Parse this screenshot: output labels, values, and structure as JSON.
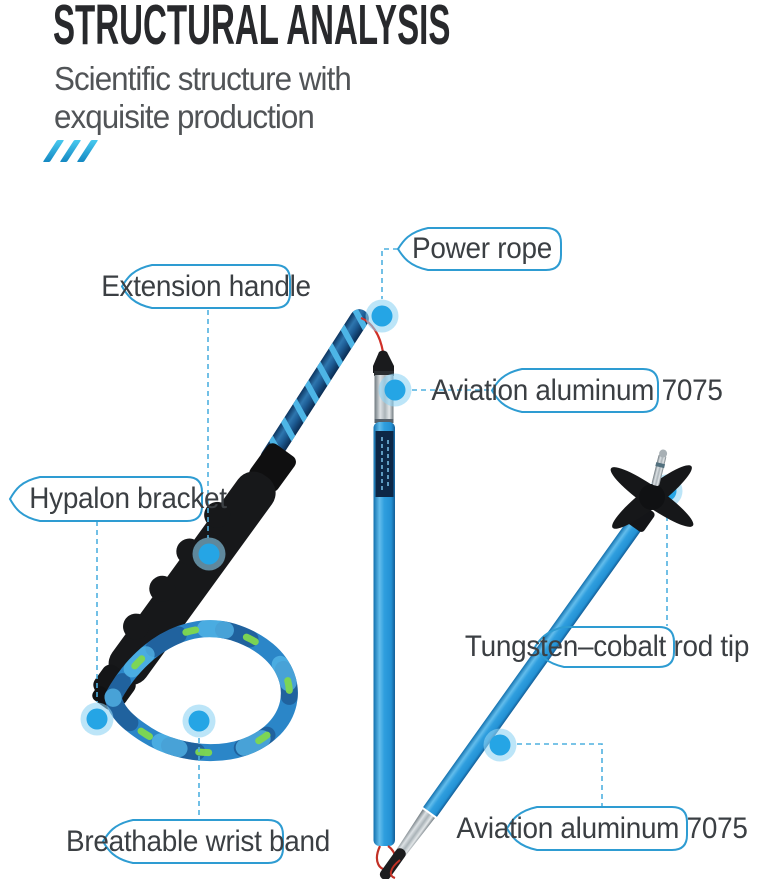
{
  "header": {
    "title": "STRUCTURAL ANALYSIS",
    "subtitle_line1": "Scientific structure with",
    "subtitle_line2": "exquisite production"
  },
  "diagram": {
    "labels": [
      {
        "id": "extension-handle",
        "text": "Extension handle"
      },
      {
        "id": "power-rope",
        "text": "Power rope"
      },
      {
        "id": "aviation-aluminum-top",
        "text": "Aviation aluminum 7075"
      },
      {
        "id": "hypalon-bracket",
        "text": "Hypalon bracket"
      },
      {
        "id": "tungsten-cobalt-rod-tip",
        "text": "Tungsten–cobalt rod tip"
      },
      {
        "id": "breathable-wrist-band",
        "text": "Breathable wrist band"
      },
      {
        "id": "aviation-aluminum-bottom",
        "text": "Aviation aluminum 7075"
      }
    ],
    "colors": {
      "callout_outline": "#2e9cd2",
      "callout_line": "#4fb0df",
      "indicator_dot": "#25a5e5",
      "indicator_halo": "#90d3f3",
      "pole_blue": "#2f9ede",
      "segment_navy": "#14406e",
      "grip_black": "#17181a",
      "strap_green_accent": "#7fd84f",
      "rope_red": "#d03028",
      "accent_slash": "#29a5d8",
      "title_color": "#28292c"
    }
  }
}
